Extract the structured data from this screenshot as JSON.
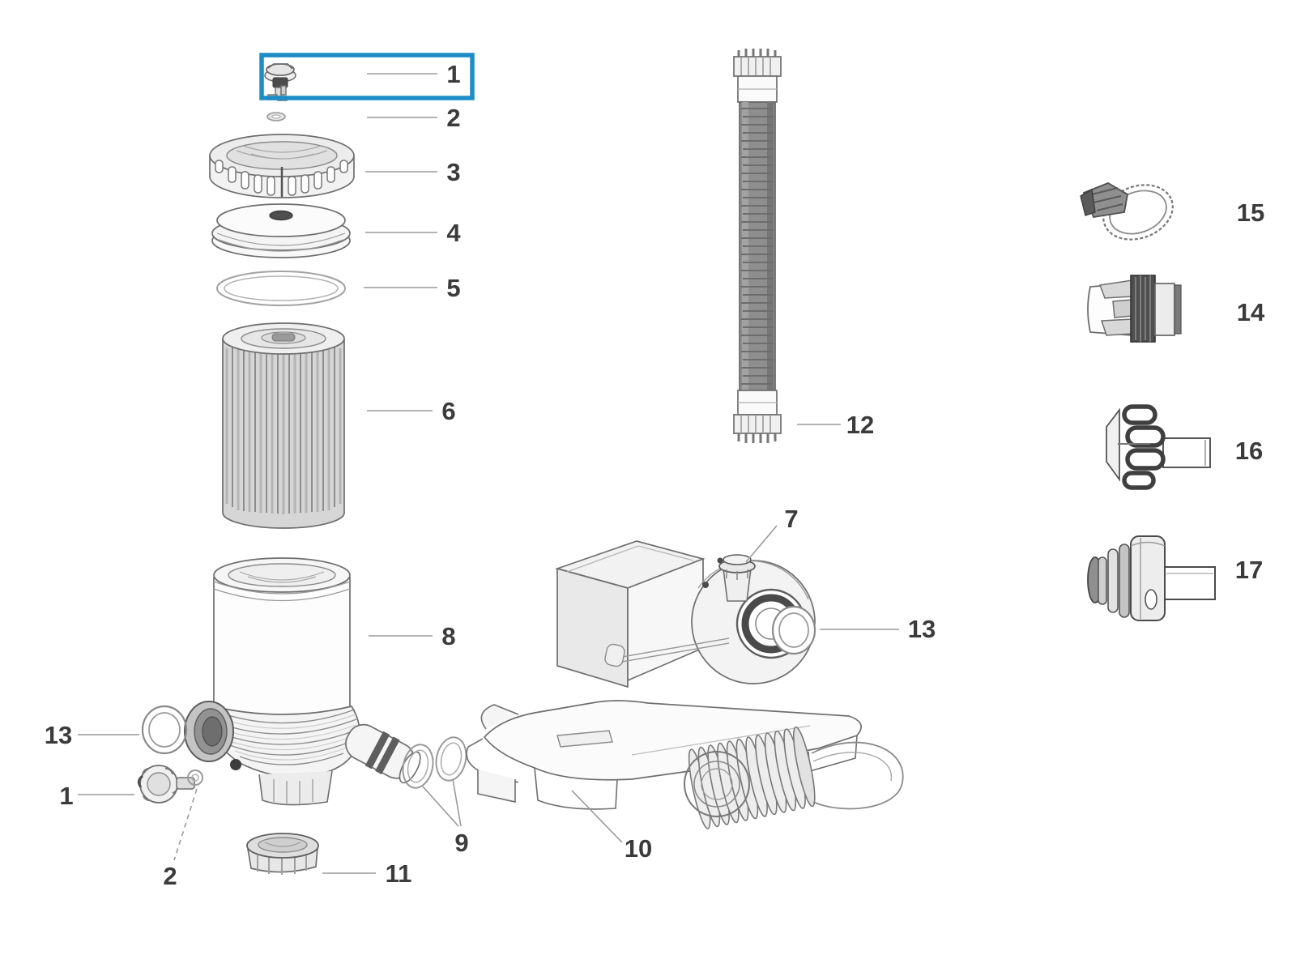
{
  "diagram": {
    "background_color": "#ffffff",
    "line_color": "#6e6e6e",
    "label_color": "#3b3b3b",
    "highlight": {
      "selected_callout": "1",
      "border_color": "#1c8dc5"
    },
    "callouts": [
      {
        "label": "1"
      },
      {
        "label": "2"
      },
      {
        "label": "3"
      },
      {
        "label": "4"
      },
      {
        "label": "5"
      },
      {
        "label": "6"
      },
      {
        "label": "8"
      },
      {
        "label": "7"
      },
      {
        "label": "12"
      },
      {
        "label": "13"
      },
      {
        "label": "15"
      },
      {
        "label": "14"
      },
      {
        "label": "16"
      },
      {
        "label": "17"
      },
      {
        "label": "13"
      },
      {
        "label": "1"
      },
      {
        "label": "2"
      },
      {
        "label": "9"
      },
      {
        "label": "10"
      },
      {
        "label": "11"
      }
    ]
  }
}
